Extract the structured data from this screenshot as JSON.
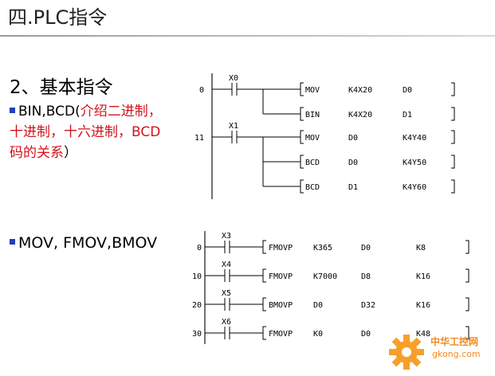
{
  "title": "四.PLC指令",
  "section_heading": "2、基本指令",
  "bullet1": {
    "prefix": "BIN,BCD(",
    "red_text": "介绍二进制，十进制，十六进制，BCD码的关系",
    "suffix": "）"
  },
  "bullet2": "MOV, FMOV,BMOV",
  "ladder1": {
    "rungs": [
      {
        "step": "0",
        "contact": "X0",
        "instructions": [
          {
            "op": "MOV",
            "arg1": "K4X20",
            "arg2": "D0"
          },
          {
            "op": "BIN",
            "arg1": "K4X20",
            "arg2": "D1"
          }
        ]
      },
      {
        "step": "11",
        "contact": "X1",
        "instructions": [
          {
            "op": "MOV",
            "arg1": "D0",
            "arg2": "K4Y40"
          },
          {
            "op": "BCD",
            "arg1": "D0",
            "arg2": "K4Y50"
          },
          {
            "op": "BCD",
            "arg1": "D1",
            "arg2": "K4Y60"
          }
        ]
      }
    ]
  },
  "ladder2": {
    "rungs": [
      {
        "step": "0",
        "contact": "X3",
        "op": "FMOVP",
        "arg1": "K365",
        "arg2": "D0",
        "arg3": "K8"
      },
      {
        "step": "10",
        "contact": "X4",
        "op": "FMOVP",
        "arg1": "K7000",
        "arg2": "D8",
        "arg3": "K16"
      },
      {
        "step": "20",
        "contact": "X5",
        "op": "BMOVP",
        "arg1": "D0",
        "arg2": "D32",
        "arg3": "K16"
      },
      {
        "step": "30",
        "contact": "X6",
        "op": "FMOVP",
        "arg1": "K0",
        "arg2": "D0",
        "arg3": "K48"
      }
    ]
  },
  "watermark": {
    "line1": "中华工控网",
    "line2": "gkong.com",
    "accent": "#f28a1e"
  },
  "colors": {
    "bullet": "#1f3fbf",
    "highlight_text": "#d3121b"
  }
}
